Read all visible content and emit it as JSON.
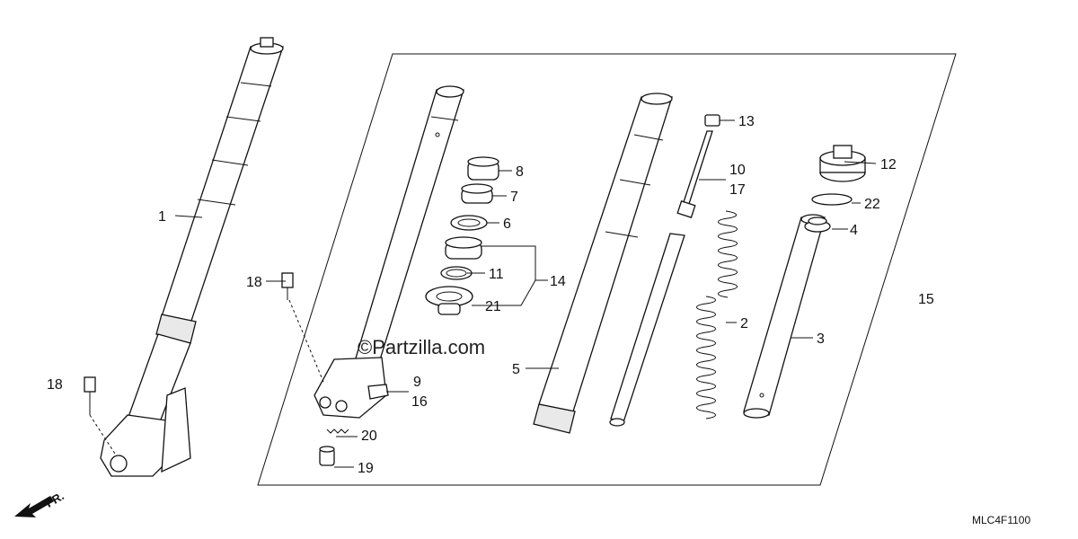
{
  "diagram": {
    "callouts": [
      {
        "id": "c1",
        "text": "1"
      },
      {
        "id": "c2",
        "text": "2"
      },
      {
        "id": "c3",
        "text": "3"
      },
      {
        "id": "c4",
        "text": "4"
      },
      {
        "id": "c5",
        "text": "5"
      },
      {
        "id": "c6",
        "text": "6"
      },
      {
        "id": "c7",
        "text": "7"
      },
      {
        "id": "c8",
        "text": "8"
      },
      {
        "id": "c9",
        "text": "9"
      },
      {
        "id": "c10",
        "text": "10"
      },
      {
        "id": "c11",
        "text": "11"
      },
      {
        "id": "c12",
        "text": "12"
      },
      {
        "id": "c13",
        "text": "13"
      },
      {
        "id": "c14",
        "text": "14"
      },
      {
        "id": "c15",
        "text": "15"
      },
      {
        "id": "c16",
        "text": "16"
      },
      {
        "id": "c17",
        "text": "17"
      },
      {
        "id": "c18a",
        "text": "18"
      },
      {
        "id": "c18b",
        "text": "18"
      },
      {
        "id": "c19",
        "text": "19"
      },
      {
        "id": "c20",
        "text": "20"
      },
      {
        "id": "c21",
        "text": "21"
      },
      {
        "id": "c22",
        "text": "22"
      }
    ],
    "watermark": "©Partzilla.com",
    "direction_label": "FR.",
    "diagram_code": "MLC4F1100"
  }
}
